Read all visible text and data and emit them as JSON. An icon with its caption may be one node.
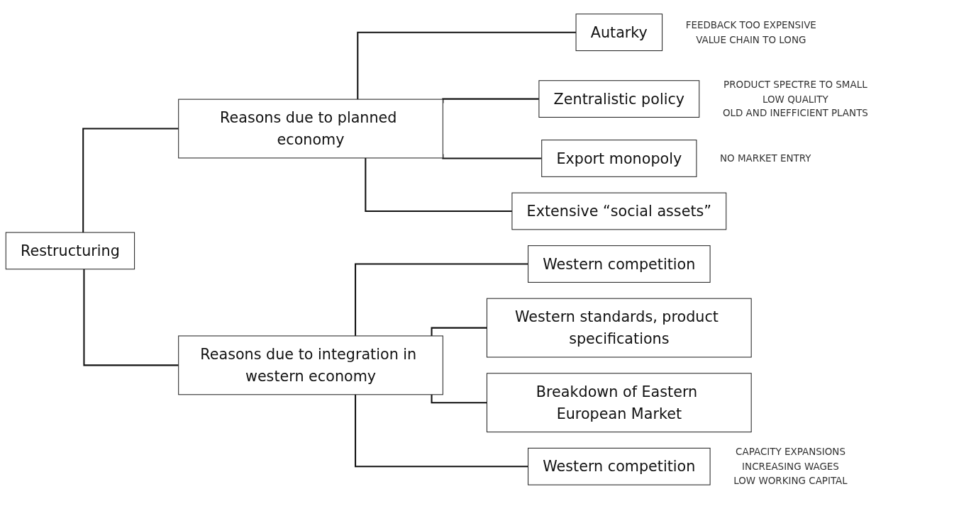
{
  "diagram": {
    "nodes": [
      {
        "text": [
          "Restructuring"
        ]
      },
      {
        "text": [
          "Reasons due to planned economy"
        ]
      },
      {
        "text": [
          "Reasons due to integration in western economy"
        ]
      },
      {
        "text": [
          "Autarky"
        ],
        "beside": [
          "FEEDBACK TOO EXPENSIVE",
          "VALUE CHAIN TO LONG"
        ]
      },
      {
        "text": [
          "Zentralistic policy"
        ],
        "beside": [
          "PRODUCT SPECTRE TO SMALL",
          "LOW QUALITY",
          "OLD AND INEFFICIENT PLANTS"
        ]
      },
      {
        "text": [
          "Export monopoly"
        ],
        "beside": [
          "NO MARKET ENTRY"
        ]
      },
      {
        "text": [
          "Extensive “social assets”"
        ]
      },
      {
        "text": [
          "Western competition"
        ]
      },
      {
        "text": [
          "Western standards, product specifications"
        ]
      },
      {
        "text": [
          "Breakdown of Eastern European Market"
        ]
      },
      {
        "text": [
          "Western competition"
        ],
        "beside": [
          "CAPACITY EXPANSIONS",
          "INCREASING WAGES",
          "LOW WORKING CAPITAL"
        ]
      }
    ],
    "edges": [
      {
        "from": 0,
        "to": 1,
        "arrow": "none"
      },
      {
        "from": 0,
        "to": 2,
        "arrow": "none"
      },
      {
        "from": 1,
        "to": 3,
        "arrow": "none"
      },
      {
        "from": 1,
        "to": 4,
        "arrow": "none"
      },
      {
        "from": 1,
        "to": 5,
        "arrow": "none"
      },
      {
        "from": 1,
        "to": 6,
        "arrow": "none"
      },
      {
        "from": 2,
        "to": 7,
        "arrow": "none"
      },
      {
        "from": 2,
        "to": 8,
        "arrow": "none"
      },
      {
        "from": 2,
        "to": 9,
        "arrow": "none"
      },
      {
        "from": 2,
        "to": 10,
        "arrow": "none"
      }
    ]
  }
}
